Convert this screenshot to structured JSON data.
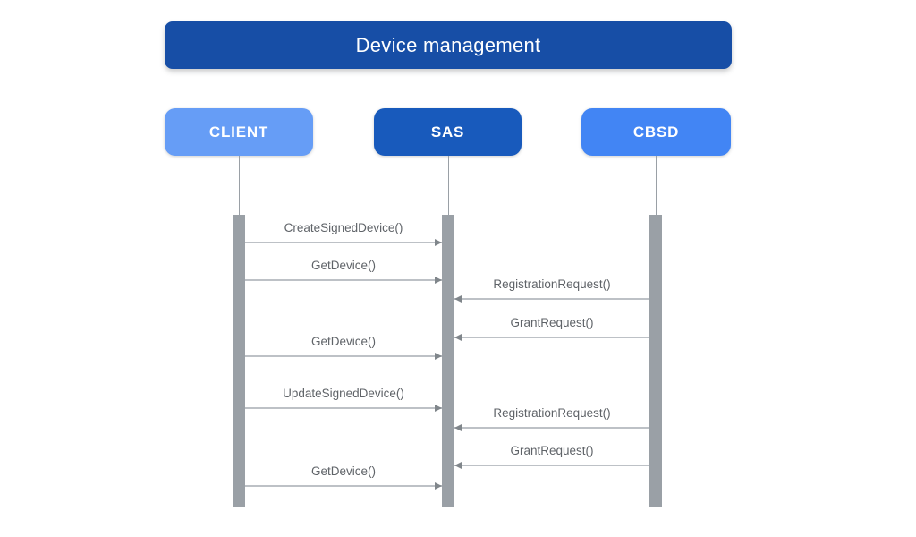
{
  "title": {
    "label": "Device management"
  },
  "actors": [
    {
      "id": "client",
      "label": "CLIENT",
      "color": "#669df6"
    },
    {
      "id": "sas",
      "label": "SAS",
      "color": "#185abc"
    },
    {
      "id": "cbsd",
      "label": "CBSD",
      "color": "#4285f4"
    }
  ],
  "messages": [
    {
      "label": "CreateSignedDevice()",
      "from": "client",
      "to": "sas"
    },
    {
      "label": "GetDevice()",
      "from": "client",
      "to": "sas"
    },
    {
      "label": "RegistrationRequest()",
      "from": "cbsd",
      "to": "sas"
    },
    {
      "label": "GrantRequest()",
      "from": "cbsd",
      "to": "sas"
    },
    {
      "label": "GetDevice()",
      "from": "client",
      "to": "sas"
    },
    {
      "label": "UpdateSignedDevice()",
      "from": "client",
      "to": "sas"
    },
    {
      "label": "RegistrationRequest()",
      "from": "cbsd",
      "to": "sas"
    },
    {
      "label": "GrantRequest()",
      "from": "cbsd",
      "to": "sas"
    },
    {
      "label": "GetDevice()",
      "from": "client",
      "to": "sas"
    }
  ],
  "colors": {
    "banner_bg": "#174ea6",
    "label_text": "#5f6368",
    "line": "#bdc1c6",
    "arrowhead": "#80868b",
    "activation_bar": "#9aa0a6",
    "lifeline": "#9aa0a6"
  }
}
